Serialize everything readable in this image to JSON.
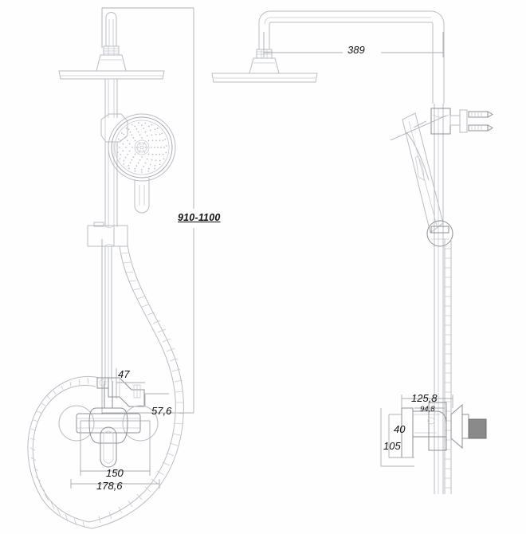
{
  "drawing": {
    "title": "Shower column technical drawing",
    "view_front_name": "front-view",
    "view_side_name": "side-view",
    "line_color": "#b9bcc4",
    "line_color_dark": "#8d9098",
    "dimension_line_color": "#a9acb4",
    "text_color": "#111111",
    "fill_gray": "#8a8a8a",
    "background": "#ffffff"
  },
  "dimensions": {
    "height_range": "910-1100",
    "arm_projection": "389",
    "spout_to_wall": "47",
    "spout_depth": "57,6",
    "plate_width_inner": "150",
    "plate_width_outer": "178,6",
    "valve_depth_large": "125,8",
    "valve_depth_small": "94,8",
    "valve_height_small": "40",
    "valve_height_large": "105"
  },
  "components": {
    "overhead_shower": "overhead-rain-shower-head",
    "shower_arm": "curved-shower-arm",
    "riser_rail": "riser-rail",
    "handheld_shower": "handheld-shower-head",
    "slider_bracket": "slider-bracket",
    "wall_bracket": "wall-bracket",
    "mixer_valve": "mixer-valve-body",
    "lever_handle": "lever-handle",
    "flexible_hose": "flexible-hose",
    "wall_anchors": "wall-anchor-screws",
    "outlet_fitting": "outlet-fitting"
  }
}
